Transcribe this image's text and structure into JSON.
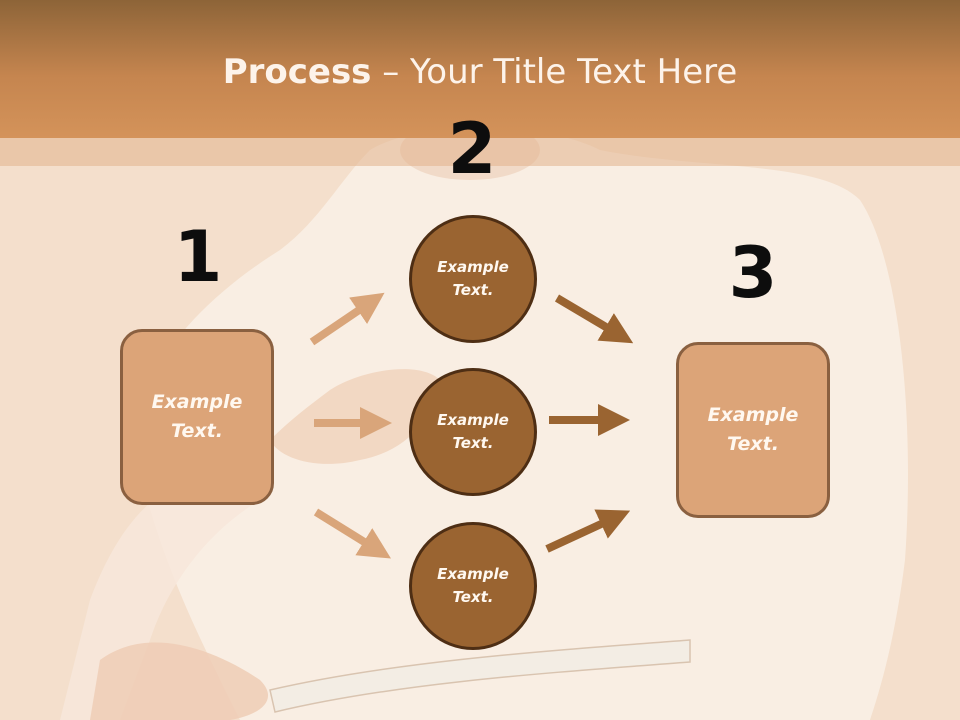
{
  "slide": {
    "title_bold": "Process",
    "title_rest": " – Your Title Text Here"
  },
  "steps": {
    "number_1": "1",
    "number_2": "2",
    "number_3": "3"
  },
  "left_box": {
    "text": "Example Text."
  },
  "circles": [
    {
      "text": "Example Text."
    },
    {
      "text": "Example Text."
    },
    {
      "text": "Example Text."
    }
  ],
  "right_box": {
    "text": "Example Text."
  },
  "colors": {
    "header_dark": "#8d6438",
    "header_light": "#d4935a",
    "box_fill": "#dca478",
    "circle_fill": "#9a6431",
    "arrow_light": "#d9a57a",
    "arrow_dark": "#9a6431",
    "background": "#f5e0ce"
  }
}
